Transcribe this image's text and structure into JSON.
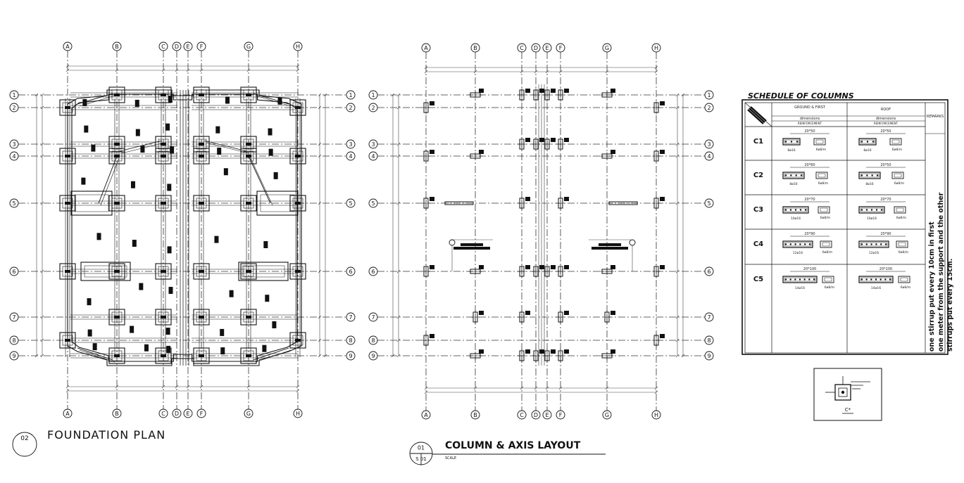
{
  "foundation_plan": {
    "title": "FOUNDATION PLAN",
    "number": "02",
    "col_axes": [
      "A",
      "B",
      "C",
      "D",
      "E",
      "F",
      "G",
      "H"
    ],
    "row_axes": [
      "1",
      "2",
      "3",
      "4",
      "5",
      "6",
      "7",
      "8",
      "9"
    ]
  },
  "column_layout": {
    "title": "COLUMN & AXIS LAYOUT",
    "number": "01",
    "sheet_ref": "S 01",
    "scale_label": "SCALE",
    "col_axes": [
      "A",
      "B",
      "C",
      "D",
      "E",
      "F",
      "G",
      "H"
    ],
    "row_axes": [
      "1",
      "2",
      "3",
      "4",
      "5",
      "6",
      "7",
      "8",
      "9"
    ]
  },
  "schedule": {
    "title": "SCHEDULE OF COLUMNS",
    "headers": {
      "ground": "GROUND & FIRST",
      "roof": "ROOF",
      "dimensions": "dimensions",
      "reinforcement": "REINFORCEMENT",
      "remarks": "REMARKS"
    },
    "rows": [
      {
        "id": "C1",
        "ground_dim": "20*50",
        "ground_bars": "8ø16",
        "ground_stirrup": "6ø8/m",
        "roof_dim": "20*50",
        "roof_bars": "8ø16",
        "roof_stirrup": "6ø8/m"
      },
      {
        "id": "C2",
        "ground_dim": "20*60",
        "ground_bars": "8ø16",
        "ground_stirrup": "6ø8/m",
        "roof_dim": "20*50",
        "roof_bars": "8ø16",
        "roof_stirrup": "6ø8/m"
      },
      {
        "id": "C3",
        "ground_dim": "20*70",
        "ground_bars": "10ø16",
        "ground_stirrup": "6ø8/m",
        "roof_dim": "20*70",
        "roof_bars": "10ø16",
        "roof_stirrup": "6ø8/m"
      },
      {
        "id": "C4",
        "ground_dim": "20*90",
        "ground_bars": "12ø16",
        "ground_stirrup": "6ø8/m",
        "roof_dim": "20*90",
        "roof_bars": "12ø16",
        "roof_stirrup": "6ø8/m"
      },
      {
        "id": "C5",
        "ground_dim": "20*100",
        "ground_bars": "14ø16",
        "ground_stirrup": "6ø8/m",
        "roof_dim": "20*100",
        "roof_bars": "14ø16",
        "roof_stirrup": "6ø8/m"
      }
    ],
    "remarks": "one stirrup put every 10cm in first one meter from the support and the other stirrups put every 15cm."
  },
  "detail": {
    "label": "C*"
  }
}
